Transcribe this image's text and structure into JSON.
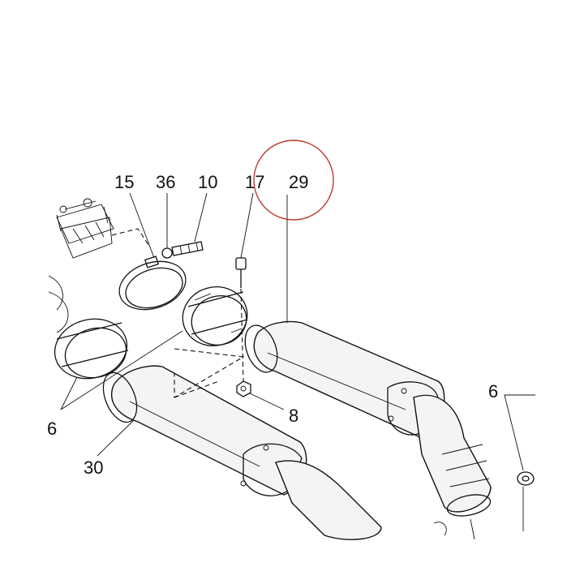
{
  "labels": {
    "p15": "15",
    "p36": "36",
    "p10": "10",
    "p17": "17",
    "p29": "29",
    "p6_left": "6",
    "p6_right": "6",
    "p8": "8",
    "p30": "30"
  },
  "colors": {
    "line": "#111111",
    "highlight_circle": "#c0392b",
    "muffler_fill": "#f4f4f4"
  }
}
